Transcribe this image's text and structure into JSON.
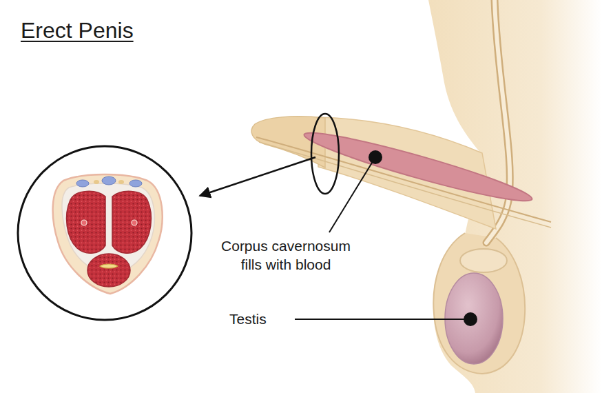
{
  "diagram": {
    "title": "Erect Penis",
    "labels": [
      "Corpus cavernosum fills with blood",
      "Testis"
    ]
  }
}
